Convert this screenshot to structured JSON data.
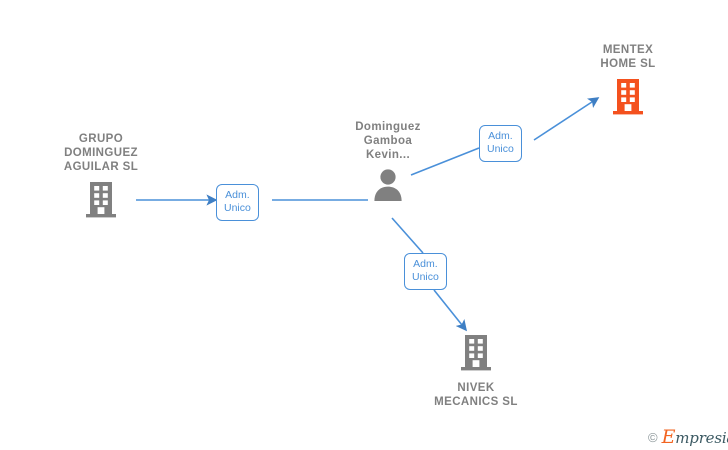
{
  "diagram": {
    "type": "corporate-relationship-graph",
    "background_color": "#ffffff",
    "nodes": [
      {
        "id": "person-center",
        "kind": "person",
        "label": "Dominguez\nGamboa\nKevin...",
        "icon": "person-icon",
        "color": "#808080",
        "label_position": "above"
      },
      {
        "id": "company-mentex",
        "kind": "company",
        "label": "MENTEX\nHOME  SL",
        "icon": "building-icon",
        "color": "#f4511e",
        "label_position": "above"
      },
      {
        "id": "company-grupo",
        "kind": "company",
        "label": "GRUPO\nDOMINGUEZ\nAGUILAR  SL",
        "icon": "building-icon",
        "color": "#808080",
        "label_position": "above"
      },
      {
        "id": "company-nivek",
        "kind": "company",
        "label": "NIVEK\nMECANICS  SL",
        "icon": "building-icon",
        "color": "#808080",
        "label_position": "below"
      }
    ],
    "edges": [
      {
        "id": "edge-to-mentex",
        "from": "person-center",
        "to": "company-mentex",
        "label": "Adm.\nUnico",
        "color": "#4a90d9",
        "direction": "up-right"
      },
      {
        "id": "edge-to-grupo",
        "from": "person-center",
        "to": "company-grupo",
        "label": "Adm.\nUnico",
        "color": "#4a90d9",
        "direction": "left"
      },
      {
        "id": "edge-to-nivek",
        "from": "person-center",
        "to": "company-nivek",
        "label": "Adm.\nUnico",
        "color": "#4a90d9",
        "direction": "down-right"
      }
    ]
  },
  "watermark": {
    "copyright_symbol": "©",
    "brand_initial": "E",
    "brand_rest": "mpresia",
    "brand_accent_color": "#f26522",
    "brand_text_color": "#3c5a63"
  }
}
